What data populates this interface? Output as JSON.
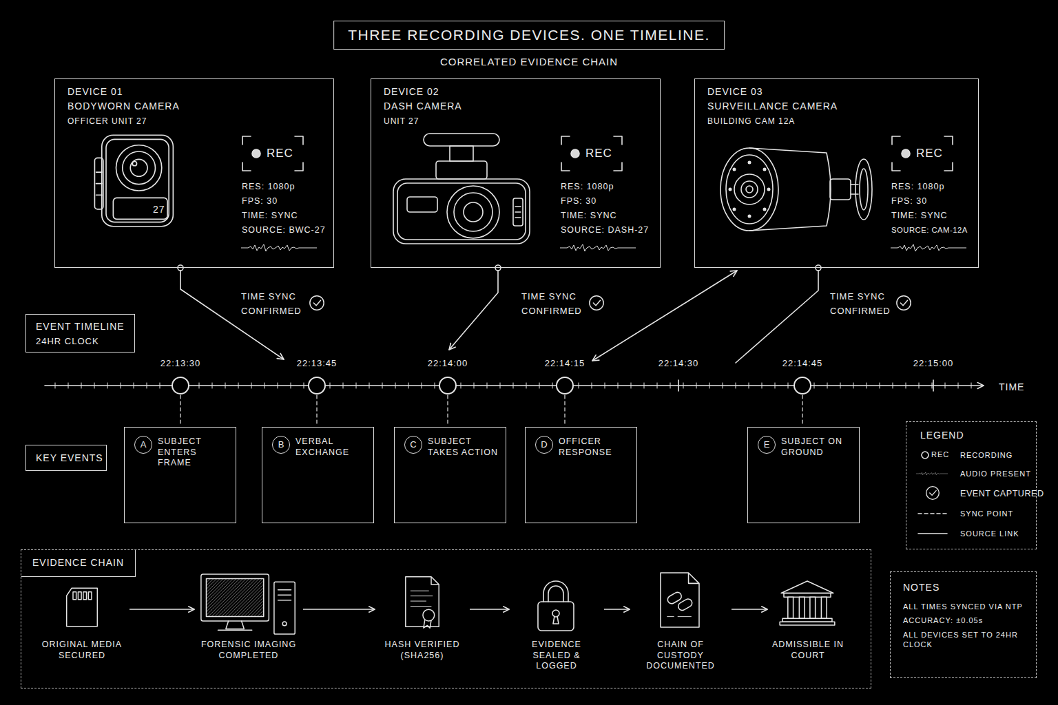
{
  "diagram": {
    "title": "THREE RECORDING DEVICES. ONE TIMELINE.",
    "nodes": [
      {
        "text": [
          "DEVICE 01",
          "BODYWORN CAMERA",
          "OFFICER UNIT 27",
          "REC",
          "RES: 1080p",
          "FPS: 30",
          "TIME: SYNC",
          "SOURCE: BWC-27"
        ]
      },
      {
        "text": [
          "DEVICE 02",
          "DASH CAMERA",
          "UNIT 27",
          "REC",
          "RES: 1080p",
          "FPS: 30",
          "TIME: SYNC",
          "SOURCE: DASH-27"
        ]
      },
      {
        "text": [
          "DEVICE 03",
          "SURVEILLANCE CAMERA",
          "BUILDING CAM 12A",
          "REC",
          "RES: 1080p",
          "FPS: 30",
          "TIME: SYNC",
          "SOURCE: CAM-12A"
        ]
      },
      {
        "text": [
          "EVENT TIMELINE",
          "24HR CLOCK"
        ]
      },
      {
        "text": [
          "KEY EVENTS"
        ]
      },
      {
        "text": [
          "SUBJECT ENTERS FRAME"
        ]
      },
      {
        "text": [
          "A"
        ],
        "in": 5
      },
      {
        "text": [
          "VERBAL EXCHANGE"
        ]
      },
      {
        "text": [
          "B"
        ],
        "in": 7
      },
      {
        "text": [
          "SUBJECT TAKES ACTION"
        ]
      },
      {
        "text": [
          "C"
        ],
        "in": 9
      },
      {
        "text": [
          "OFFICER RESPONSE"
        ]
      },
      {
        "text": [
          "D"
        ],
        "in": 11
      },
      {
        "text": [
          "SUBJECT ON GROUND"
        ]
      },
      {
        "text": [
          "E"
        ],
        "in": 13
      },
      {
        "text": [
          "EVIDENCE CHAIN"
        ]
      },
      {
        "text": [
          "ORIGINAL MEDIA SECURED"
        ],
        "in": 15
      },
      {
        "text": [
          "FORENSIC IMAGING COMPLETED"
        ],
        "in": 15
      },
      {
        "text": [
          "HASH VERIFIED (SHA256)"
        ],
        "in": 15
      },
      {
        "text": [
          "EVIDENCE SEALED & LOGGED"
        ],
        "in": 15
      },
      {
        "text": [
          "CHAIN OF CUSTODY DOCUMENTED"
        ],
        "in": 15
      },
      {
        "text": [
          "ADMISSIBLE IN COURT"
        ],
        "in": 15
      },
      {
        "text": [
          "LEGEND"
        ]
      },
      {
        "text": [
          "NOTES",
          "ALL TIMES SYNCED VIA NTP",
          "ACCURACY: ±0.05s",
          "ALL DEVICES SET TO 24HR CLOCK"
        ]
      }
    ],
    "edges": [
      {
        "from": 16,
        "to": 17,
        "arrow": "to"
      },
      {
        "from": 17,
        "to": 18,
        "arrow": "to"
      },
      {
        "from": 18,
        "to": 19,
        "arrow": "to"
      },
      {
        "from": 19,
        "to": 20,
        "arrow": "to"
      },
      {
        "from": 20,
        "to": 21,
        "arrow": "to"
      }
    ],
    "labels": [
      "CORRELATED EVIDENCE CHAIN",
      "27",
      "TIME SYNC CONFIRMED",
      "TIME SYNC CONFIRMED",
      "TIME SYNC CONFIRMED",
      "22:13:30",
      "22:13:45",
      "22:14:00",
      "22:14:15",
      "22:14:30",
      "22:14:45",
      "22:15:00",
      "TIME",
      "REC"
    ],
    "legend": [
      {
        "text": "RECORDING"
      },
      {
        "text": "AUDIO PRESENT"
      },
      {
        "text": "EVENT CAPTURED"
      },
      {
        "text": "SYNC POINT"
      },
      {
        "text": "SOURCE LINK"
      }
    ]
  }
}
